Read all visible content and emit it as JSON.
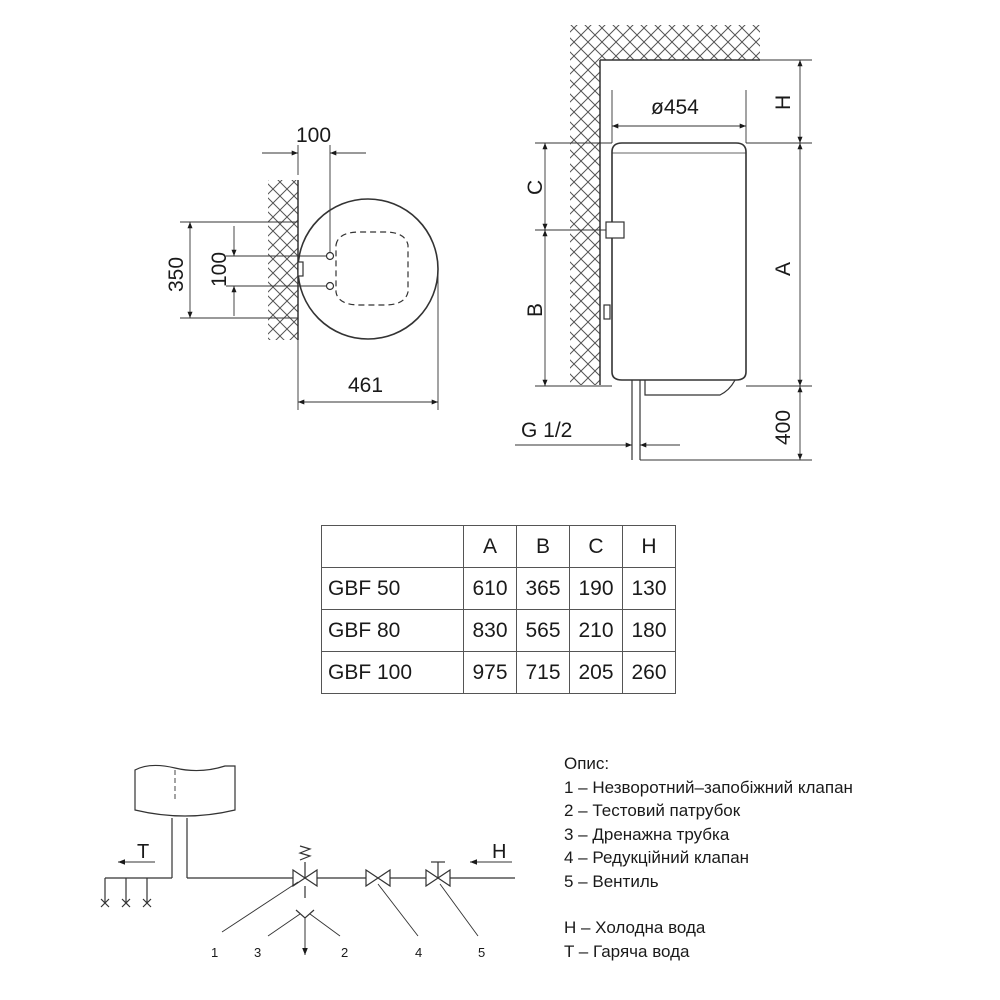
{
  "top_view": {
    "dim_pipe_spacing": "100",
    "dim_height": "350",
    "dim_inner_spacing": "100",
    "dim_width": "461"
  },
  "side_view": {
    "dim_diameter": "ø454",
    "dim_h": "H",
    "dim_c": "C",
    "dim_a": "A",
    "dim_b": "B",
    "dim_400": "400",
    "pipe_thread": "G 1/2"
  },
  "table": {
    "headers": [
      "",
      "A",
      "B",
      "C",
      "H"
    ],
    "rows": [
      {
        "model": "GBF 50",
        "A": "610",
        "B": "365",
        "C": "190",
        "H": "130"
      },
      {
        "model": "GBF 80",
        "A": "830",
        "B": "565",
        "C": "210",
        "H": "180"
      },
      {
        "model": "GBF 100",
        "A": "975",
        "B": "715",
        "C": "205",
        "H": "260"
      }
    ]
  },
  "schematic": {
    "label_t": "T",
    "label_h": "H",
    "callouts": [
      "1",
      "3",
      "2",
      "4",
      "5"
    ]
  },
  "legend": {
    "title": "Опис:",
    "items": [
      "1 – Незворотний–запобіжний клапан",
      "2 – Тестовий патрубок",
      "3 – Дренажна трубка",
      "4 – Редукційний клапан",
      "5 – Вентиль"
    ],
    "water_h": "H – Холодна вода",
    "water_t": "T – Гаряча вода"
  }
}
